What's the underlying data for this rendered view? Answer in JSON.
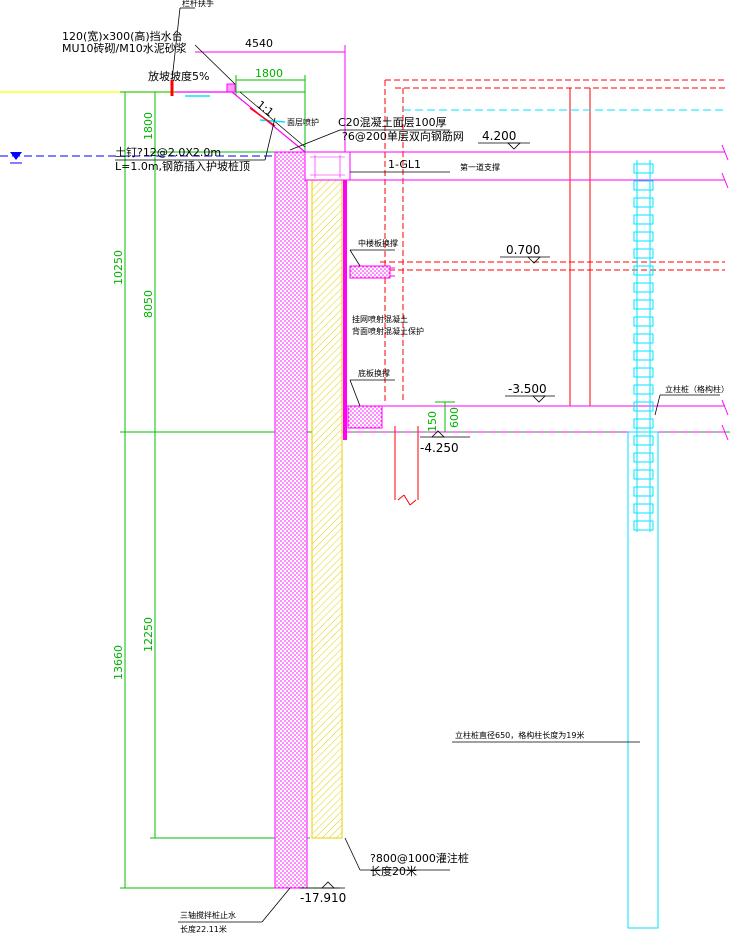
{
  "labels": {
    "top_note": "栏杆扶手",
    "wall_spec_line1": "120(宽)x300(高)挡水台",
    "wall_spec_line2": "MU10砖砌/M10水泥砂浆",
    "slope_grade": "放坡坡度5%",
    "slope_ratio": "1:1",
    "slope_surface": "面层喷护",
    "mesh_concrete": "C20混凝土面层100厚",
    "mesh_rebar": "?6@200单层双向钢筋网",
    "nail_spec": "土钉?12@2.0X2.0m",
    "nail_length": "L=1.0m,钢筋插入护坡桩顶",
    "capping_beam": "1-GL1",
    "first_strut": "第一道支撑",
    "middle_floor": "中楼板换撑",
    "wall_note_line1": "挂网喷射混凝土",
    "wall_note_line2": "背面喷射混凝土保护",
    "bottom_floor": "底板换撑",
    "column_pile": "立柱桩（格构柱）",
    "lattice_note": "立柱桩直径650，格构柱长度为19米",
    "pile_spec": "?800@1000灌注桩",
    "pile_length": "长度20米",
    "wall_stir": "三轴搅拌桩止水",
    "wall_stir_length": "长度22.11米"
  },
  "levels": {
    "l1": "4.200",
    "l2": "0.700",
    "l3": "-3.500",
    "l4": "-4.250",
    "l5": "-17.910"
  },
  "dimensions": {
    "d4540": "4540",
    "d1800h": "1800",
    "d1800v": "1800",
    "d10250": "10250",
    "d8050": "8050",
    "d13660": "13660",
    "d12250": "12250",
    "d600": "600",
    "d150": "150"
  },
  "colors": {
    "magenta": "#ff00ff",
    "red": "#ff0000",
    "green": "#00c000",
    "cyan": "#00e5ff",
    "yellow": "#ffff00",
    "blue": "#0000ff",
    "black": "#000000"
  }
}
